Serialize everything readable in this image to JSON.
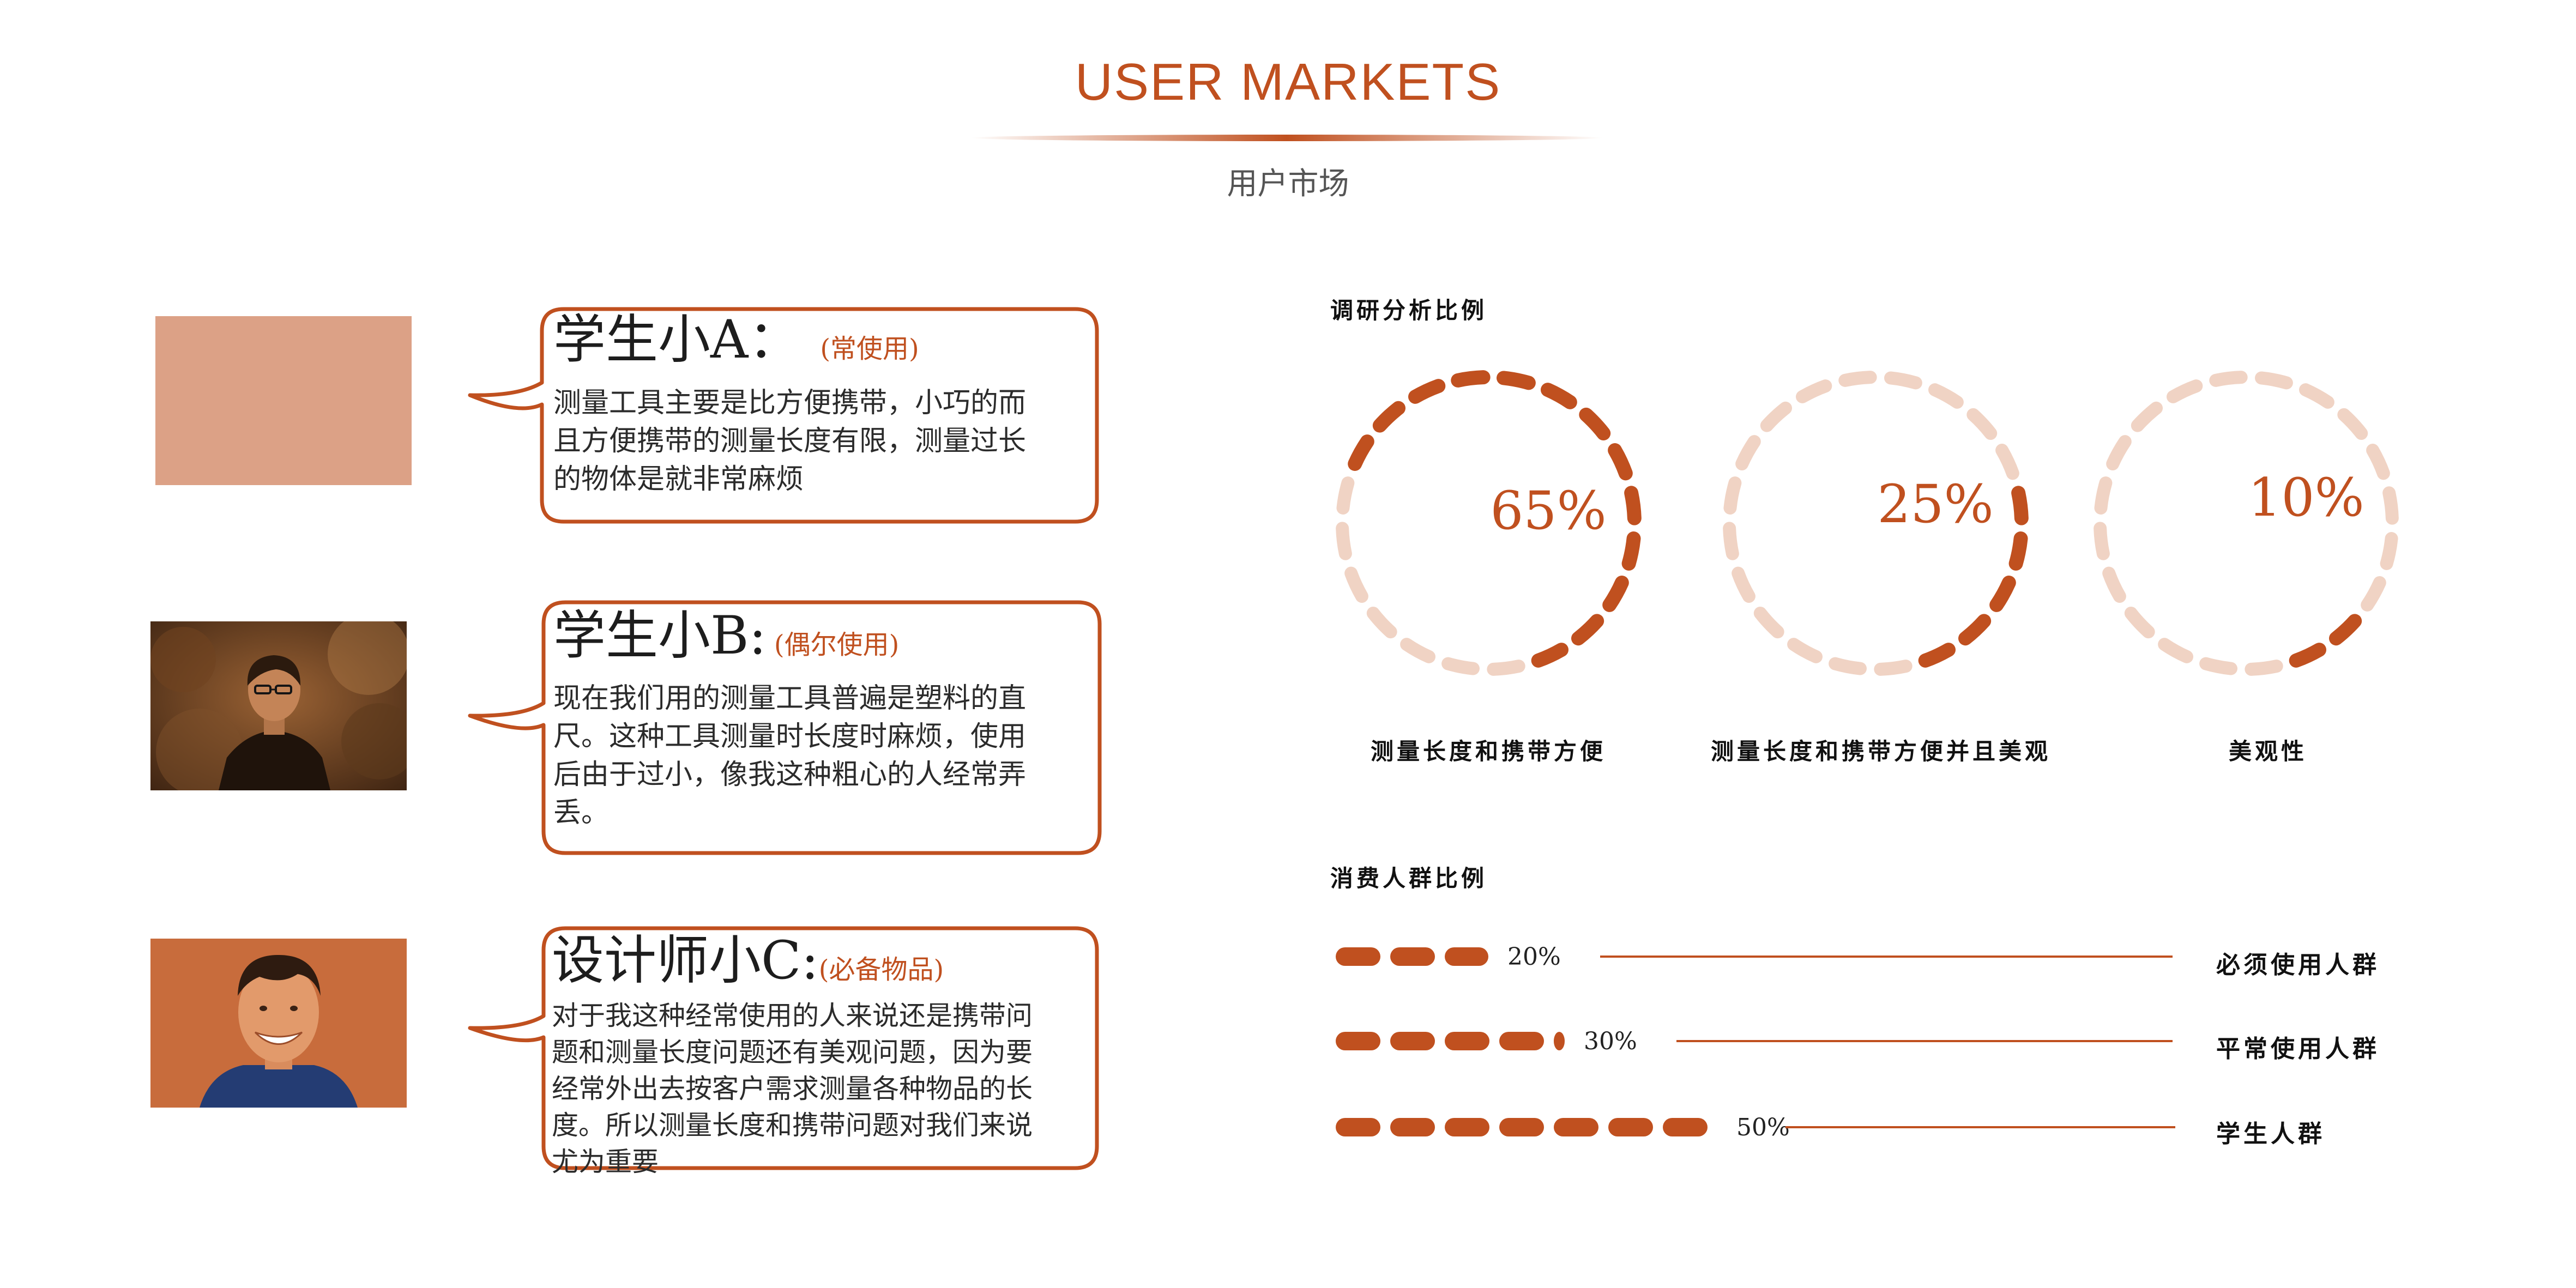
{
  "header": {
    "title": "USER MARKETS",
    "subtitle": "用户市场"
  },
  "colors": {
    "accent": "#c0501f",
    "faded": "#f0d3c4",
    "text": "#222222",
    "photo_a": "#dca186",
    "photo_c": "#c86c3c"
  },
  "users": [
    {
      "name": "学生小A：",
      "tag": "(常使用)",
      "lines": [
        "测量工具主要是比方便携带，小巧的而",
        "且方便携带的测量长度有限，测量过长",
        "的物体是就非常麻烦"
      ]
    },
    {
      "name": "学生小B:",
      "tag": "(偶尔使用)",
      "lines": [
        "现在我们用的测量工具普遍是塑料的直",
        "尺。这种工具测量时长度时麻烦，使用",
        "后由于过小，像我这种粗心的人经常弄",
        "丢。"
      ]
    },
    {
      "name": "设计师小C:",
      "tag": "(必备物品)",
      "lines": [
        "对于我这种经常使用的人来说还是携带问",
        "题和测量长度问题还有美观问题，因为要",
        "经常外出去按客户需求测量各种物品的长",
        "度。所以测量长度和携带问题对我们来说",
        "尤为重要"
      ]
    }
  ],
  "chart_data": [
    {
      "type": "pie",
      "title": "调研分析比例",
      "series": [
        {
          "name": "测量长度和携带方便",
          "value": 65,
          "label": "65%"
        },
        {
          "name": "测量长度和携带方便并且美观",
          "value": 25,
          "label": "25%"
        },
        {
          "name": "美观性",
          "value": 10,
          "label": "10%"
        }
      ]
    },
    {
      "type": "bar",
      "title": "消费人群比例",
      "categories": [
        "必须使用人群",
        "平常使用人群",
        "学生人群"
      ],
      "values": [
        20,
        30,
        50
      ],
      "labels": [
        "20%",
        "30%",
        "50%"
      ]
    }
  ]
}
